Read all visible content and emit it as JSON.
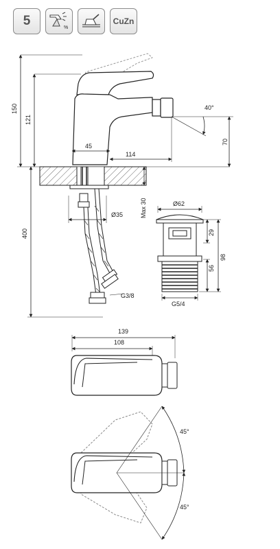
{
  "badges": {
    "warranty_years": "5",
    "material": "CuZn",
    "icons": [
      "water-saving-icon",
      "ceramic-cartridge-icon"
    ]
  },
  "dimensions": {
    "total_height": "150",
    "spout_height": "121",
    "spout_offset": "45",
    "spout_reach": "114",
    "aerator_angle": "40°",
    "aerator_height": "70",
    "hose_length": "400",
    "mounting_hole": "Ø35",
    "max_counter_thickness": "Max 30",
    "hose_thread": "G3/8",
    "waste_diameter": "Ø62",
    "waste_dim_29": "29",
    "waste_dim_56": "56",
    "waste_dim_98": "98",
    "waste_thread": "G5/4",
    "top_length": "139",
    "top_body_length": "108",
    "swivel_angle_top": "45°",
    "swivel_angle_bottom": "45°"
  }
}
